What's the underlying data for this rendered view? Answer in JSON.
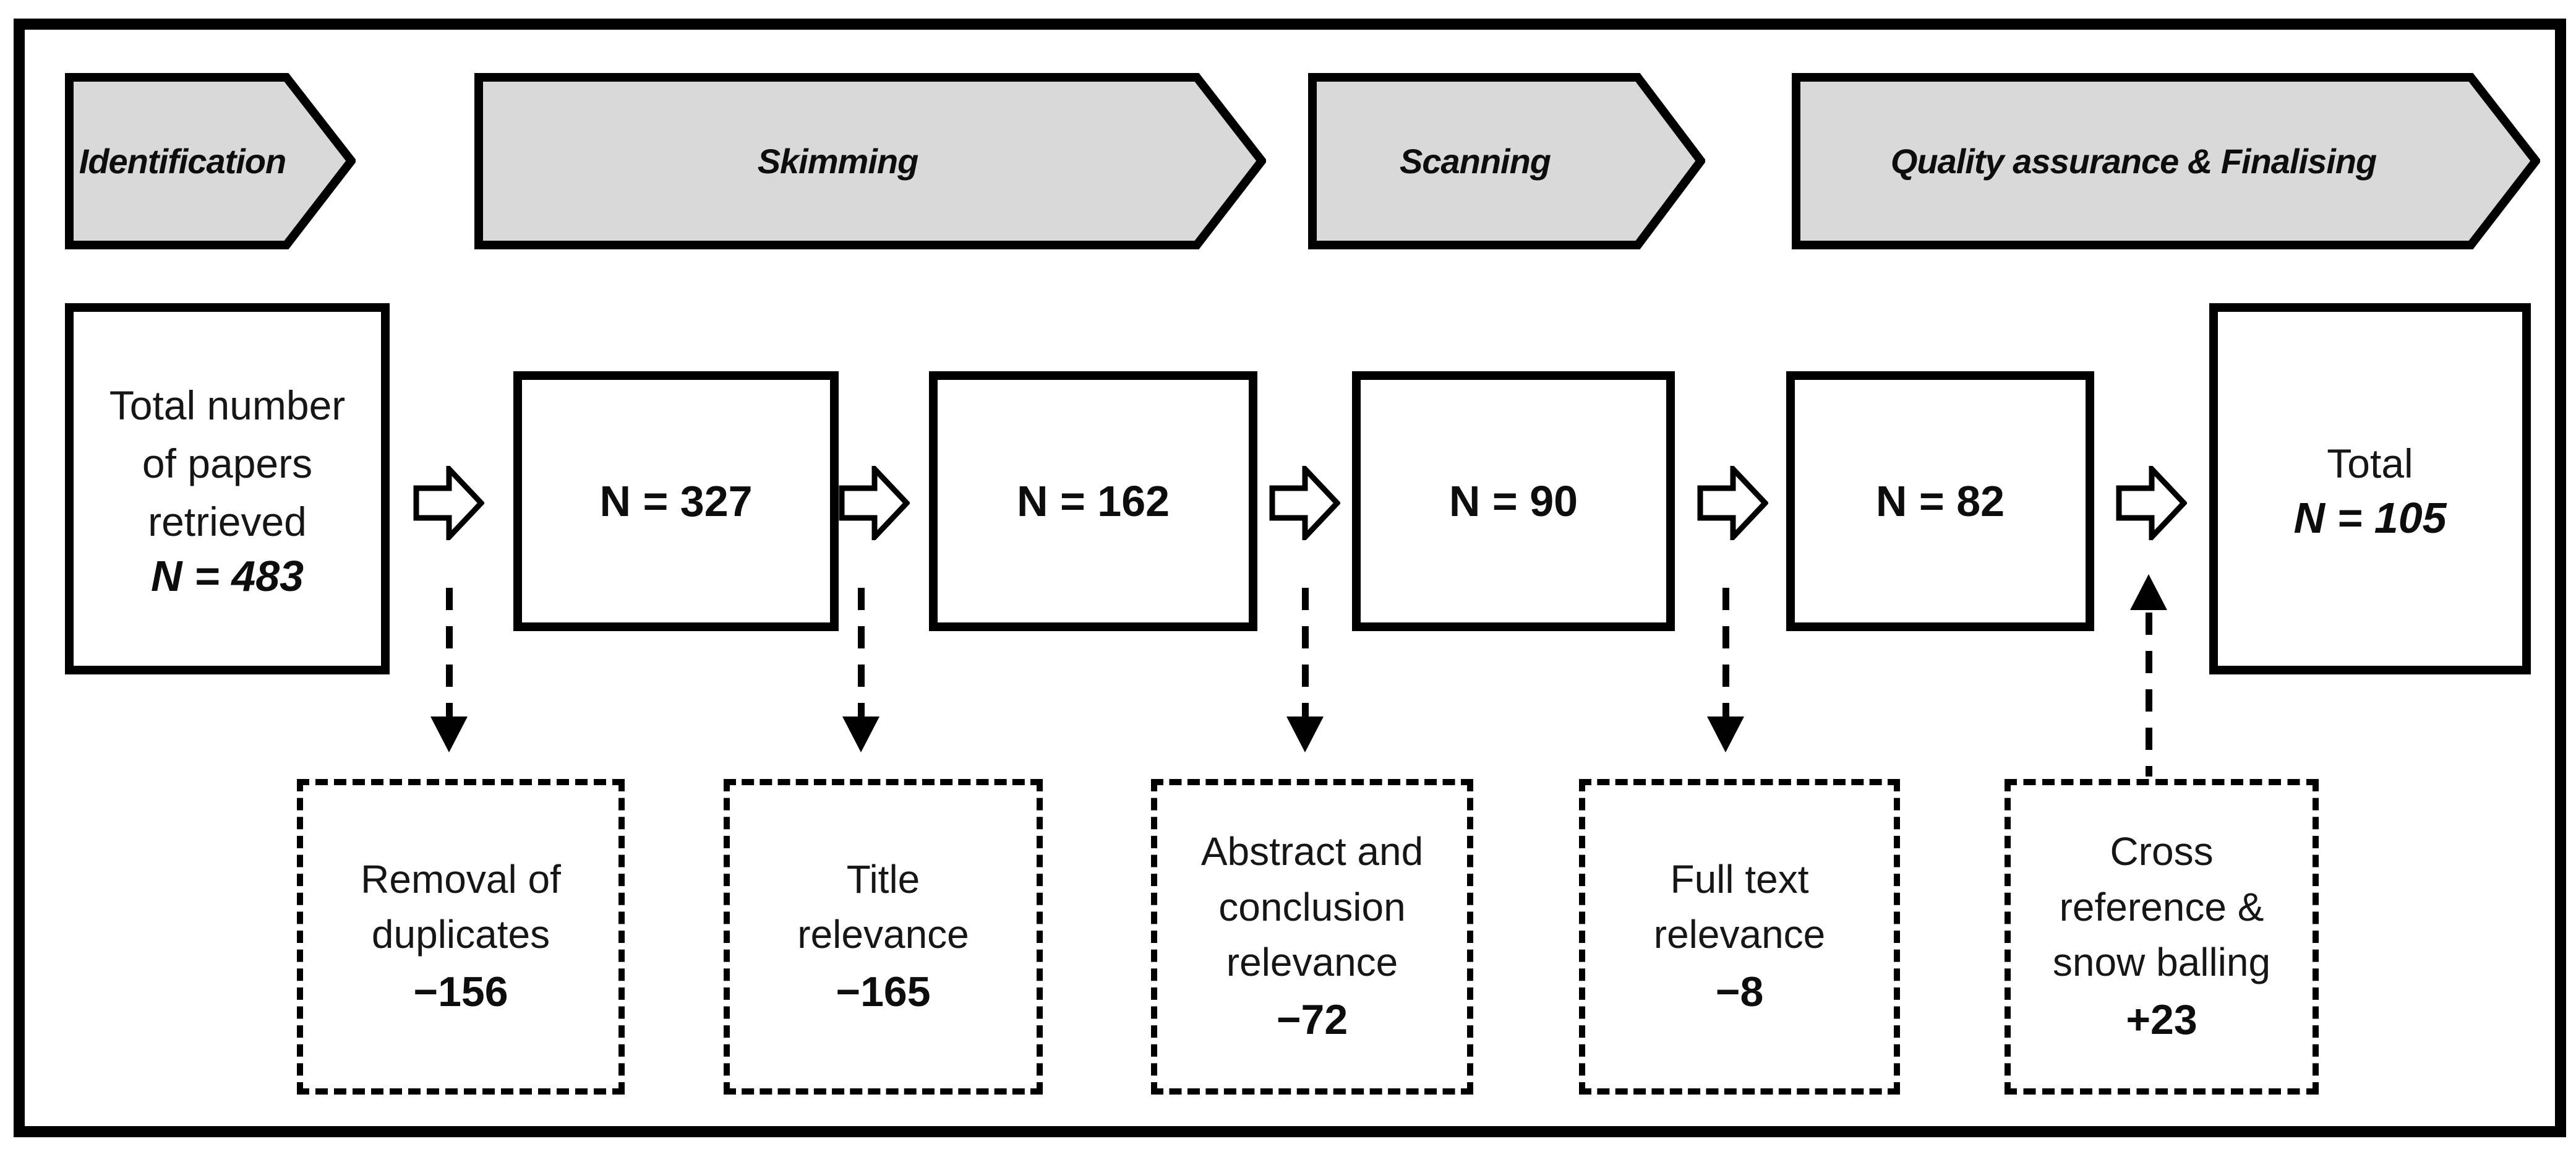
{
  "colors": {
    "background": "#ffffff",
    "border": "#000000",
    "banner_fill": "#d9d9d9",
    "text": "#161616"
  },
  "banners": [
    {
      "label": "Identification"
    },
    {
      "label": "Skimming"
    },
    {
      "label": "Scanning"
    },
    {
      "label": "Quality assurance & Finalising"
    }
  ],
  "flow_boxes": [
    {
      "text": "Total number\nof papers\nretrieved",
      "value": "N = 483"
    },
    {
      "value": "N = 327"
    },
    {
      "value": "N = 162"
    },
    {
      "value": "N = 90"
    },
    {
      "value": "N = 82"
    },
    {
      "text": "Total",
      "value": "N = 105"
    }
  ],
  "reduction_boxes": [
    {
      "text": "Removal of\nduplicates",
      "value": "−156"
    },
    {
      "text": "Title\nrelevance",
      "value": "−165"
    },
    {
      "text": "Abstract and\nconclusion\nrelevance",
      "value": "−72"
    },
    {
      "text": "Full text\nrelevance",
      "value": "−8"
    },
    {
      "text": "Cross\nreference &\nsnow balling",
      "value": "+23"
    }
  ]
}
